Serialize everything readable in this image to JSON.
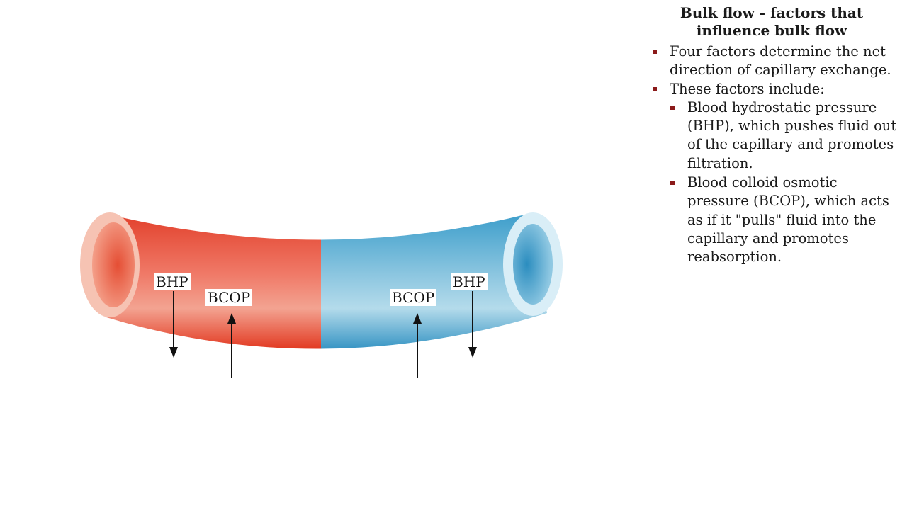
{
  "slide": {
    "title_lines": [
      "Bulk flow - factors that",
      "influence bulk flow"
    ],
    "bullets": [
      {
        "text": "Four factors determine the net direction of capillary exchange."
      },
      {
        "text": "These factors include:",
        "sub": [
          {
            "text": "Blood hydrostatic pressure (BHP), which pushes fluid out of the capillary and promotes filtration."
          },
          {
            "text": "Blood colloid osmotic pressure (BCOP), which acts as if it \"pulls\" fluid into the capillary and promotes reabsorption."
          }
        ]
      }
    ]
  },
  "diagram": {
    "labels": [
      {
        "id": "bhp-arterial",
        "text": "BHP",
        "direction": "out"
      },
      {
        "id": "bcop-arterial",
        "text": "BCOP",
        "direction": "in"
      },
      {
        "id": "bcop-venous",
        "text": "BCOP",
        "direction": "in"
      },
      {
        "id": "bhp-venous",
        "text": "BHP",
        "direction": "out"
      }
    ]
  },
  "colors": {
    "arterial": "#e8442c",
    "venous": "#3a9cc9",
    "bullet_marker": "#8b1a1a"
  }
}
